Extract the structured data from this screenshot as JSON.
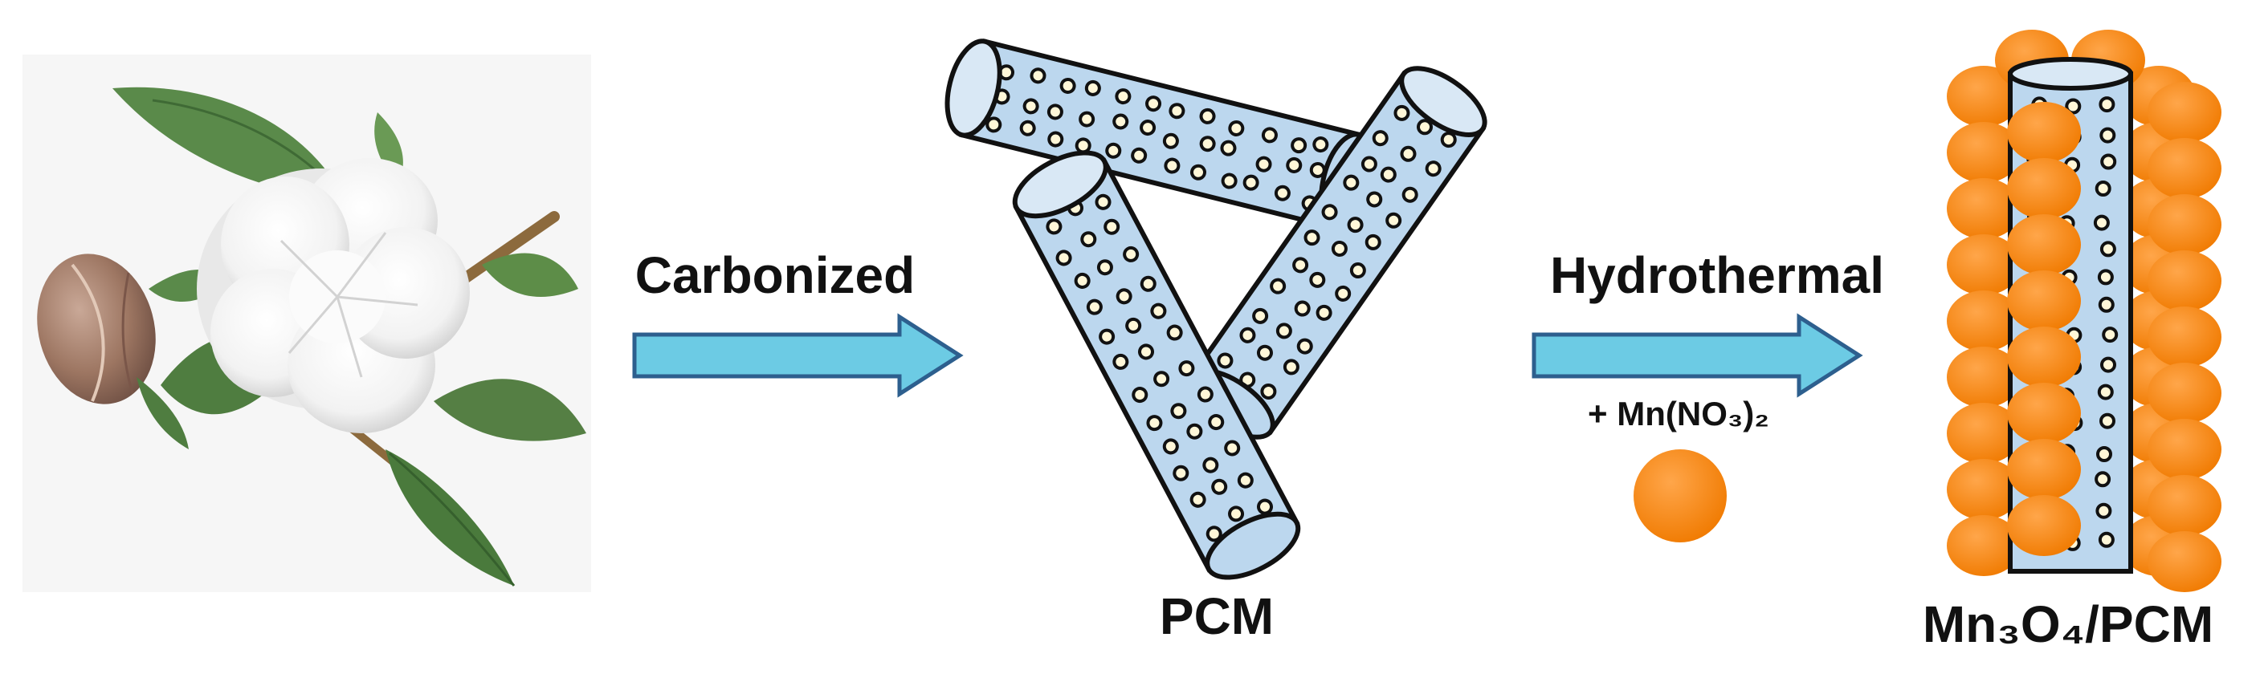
{
  "steps": {
    "step1_label": "Carbonized",
    "step2_label": "Hydrothermal",
    "reagent_label": "+ Mn(NO₃)₂"
  },
  "products": {
    "pcm_label": "PCM",
    "composite_label": "Mn₃O₄/PCM"
  },
  "colors": {
    "arrow_fill": "#6ccbe4",
    "arrow_stroke": "#2d5f8e",
    "tube_fill": "#bcd7ee",
    "pore_fill": "#fff7d8",
    "particle_fill": "#f7850a",
    "leaf": "#5a8a4a",
    "boll": "#9d7662"
  },
  "icons": {
    "source": "cotton-boll-icon",
    "reagent": "mn-particle-icon"
  }
}
